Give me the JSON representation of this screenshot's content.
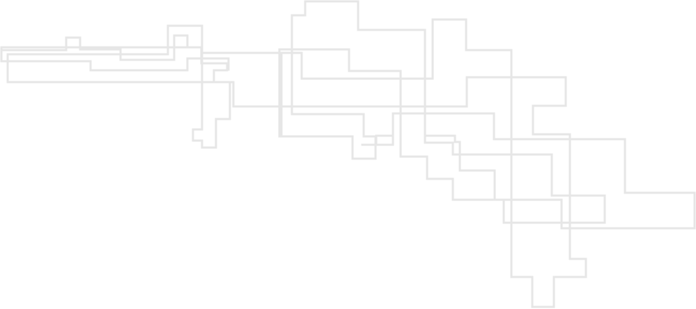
{
  "colors": {
    "background": "#ffffff",
    "outline": "#e6e6e6"
  },
  "diagram": {
    "text": [],
    "shapes": [
      "outline-a",
      "outline-b",
      "outline-c",
      "outline-d",
      "outline-e",
      "outline-f",
      "outline-g"
    ]
  }
}
